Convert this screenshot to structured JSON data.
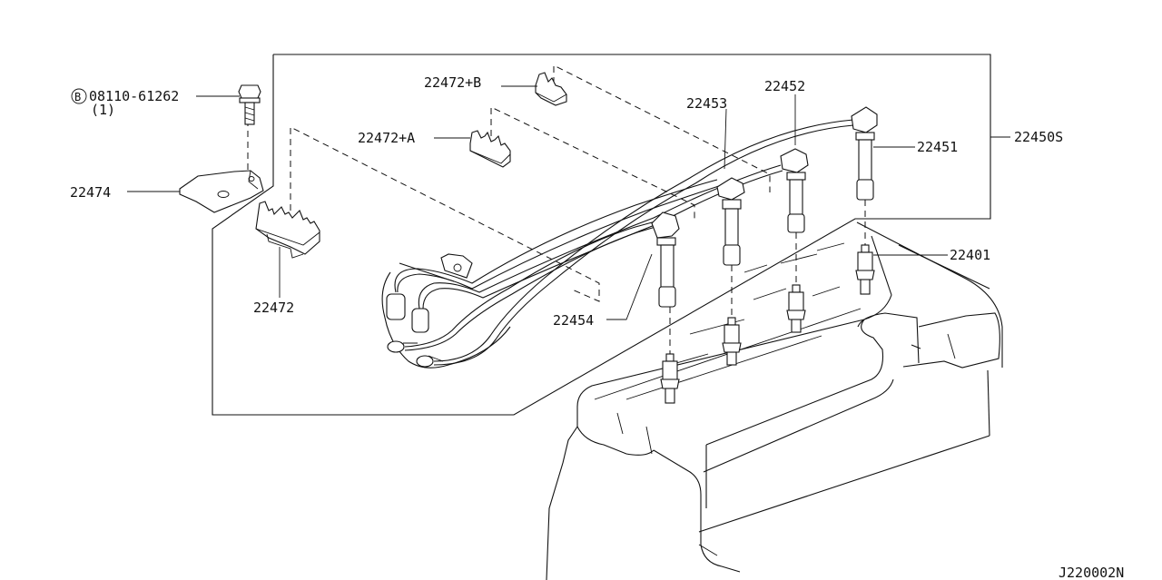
{
  "labels": {
    "bolt_circle": "B",
    "bolt": "08110-61262",
    "bolt_qty": "(1)",
    "bracket": "22474",
    "clamp": "22472",
    "clamp_a": "22472+A",
    "clamp_b": "22472+B",
    "wire_set": "22450S",
    "wire_1": "22451",
    "wire_2": "22452",
    "wire_3": "22453",
    "wire_4": "22454",
    "spark_plug": "22401",
    "diagram_code": "J220002N"
  }
}
